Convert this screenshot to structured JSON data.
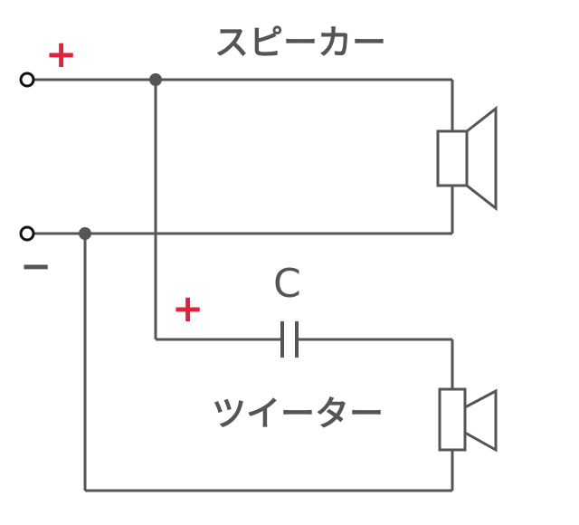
{
  "labels": {
    "speaker": "スピーカー",
    "tweeter": "ツイーター",
    "capacitor": "C",
    "plus_main": "+",
    "minus_main": "−",
    "plus_tweeter": "+"
  },
  "colors": {
    "line": "#555555",
    "plus": "#e0223a",
    "background": "#ffffff"
  }
}
